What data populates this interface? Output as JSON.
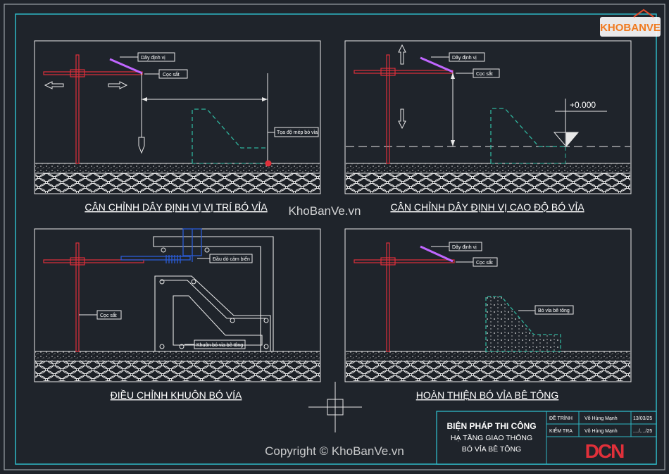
{
  "panels": [
    {
      "title": "CÂN CHỈNH DÂY ĐỊNH VỊ VỊ TRÍ BÓ VỈA",
      "labels": {
        "wire": "Dây định vị",
        "stake": "Cọc sắt",
        "edge": "Tọa độ mép bó vỉa"
      }
    },
    {
      "title": "CÂN CHỈNH DÂY ĐỊNH VỊ CAO ĐỘ BÓ VỈA",
      "labels": {
        "wire": "Dây định vị",
        "stake": "Cọc sắt",
        "elevation": "+0.000"
      }
    },
    {
      "title": "ĐIỀU CHỈNH KHUÔN BÓ VÍA",
      "labels": {
        "sensor": "Đầu dò cảm biến",
        "stake": "Cọc sắt",
        "mold": "Khuôn bó vỉa bê tông"
      }
    },
    {
      "title": "HOÀN THIỆN BÓ VỈA BÊ TÔNG",
      "labels": {
        "wire": "Dây định vị",
        "stake": "Cọc sắt",
        "curb": "Bó vỉa bê tông"
      }
    }
  ],
  "title_block": {
    "line1": "BIỆN PHÁP THI CÔNG",
    "line2": "HẠ TẦNG GIAO THÔNG",
    "line3": "BÓ VỈA BÊ TÔNG",
    "rows": [
      {
        "role": "ĐỀ TRÌNH",
        "name": "Võ Hùng Mạnh",
        "date": "13/03/25"
      },
      {
        "role": "KIỂM TRA",
        "name": "Võ Hùng Mạnh",
        "date": "..../..../25"
      }
    ],
    "logo": "DCN"
  },
  "watermarks": {
    "center": "KhoBanVe.vn",
    "copyright": "Copyright © KhoBanVe.vn",
    "brand": "KHOBANVE"
  },
  "colors": {
    "stake": "#e0303a",
    "wire": "#c066ff",
    "curb": "#2fb39c",
    "sensor": "#2a5bd7",
    "frame": "#2fb8c6"
  }
}
